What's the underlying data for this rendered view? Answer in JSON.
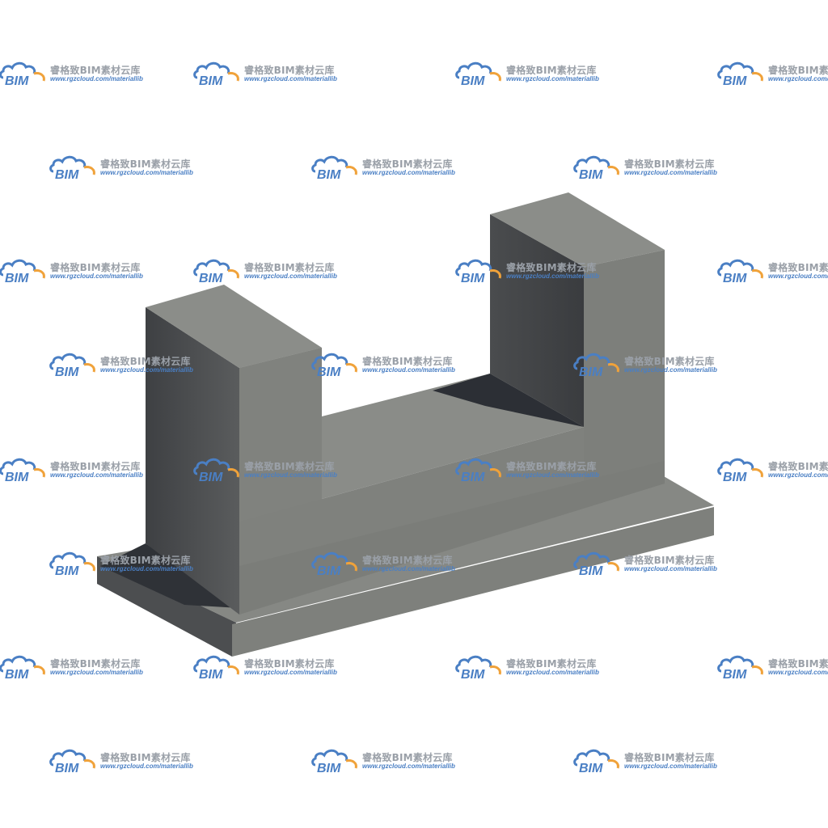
{
  "watermark": {
    "logo_text": "BIM",
    "brand": "睿格致BIM素材云库",
    "url": "www.rgzcloud.com/materiallib",
    "colors": {
      "cloud_blue": "#4a7fc4",
      "cloud_orange": "#f0a23a",
      "text_gray": "#9aa0a8"
    }
  },
  "model": {
    "icon": "u-shaped-concrete-block",
    "colors": {
      "top": "#8a8c88",
      "front": "#7d7f7b",
      "side_dark": "#4b4d4f",
      "shadow": "#2e3136",
      "base_top": "#858783",
      "base_front": "#7b7d79"
    }
  }
}
